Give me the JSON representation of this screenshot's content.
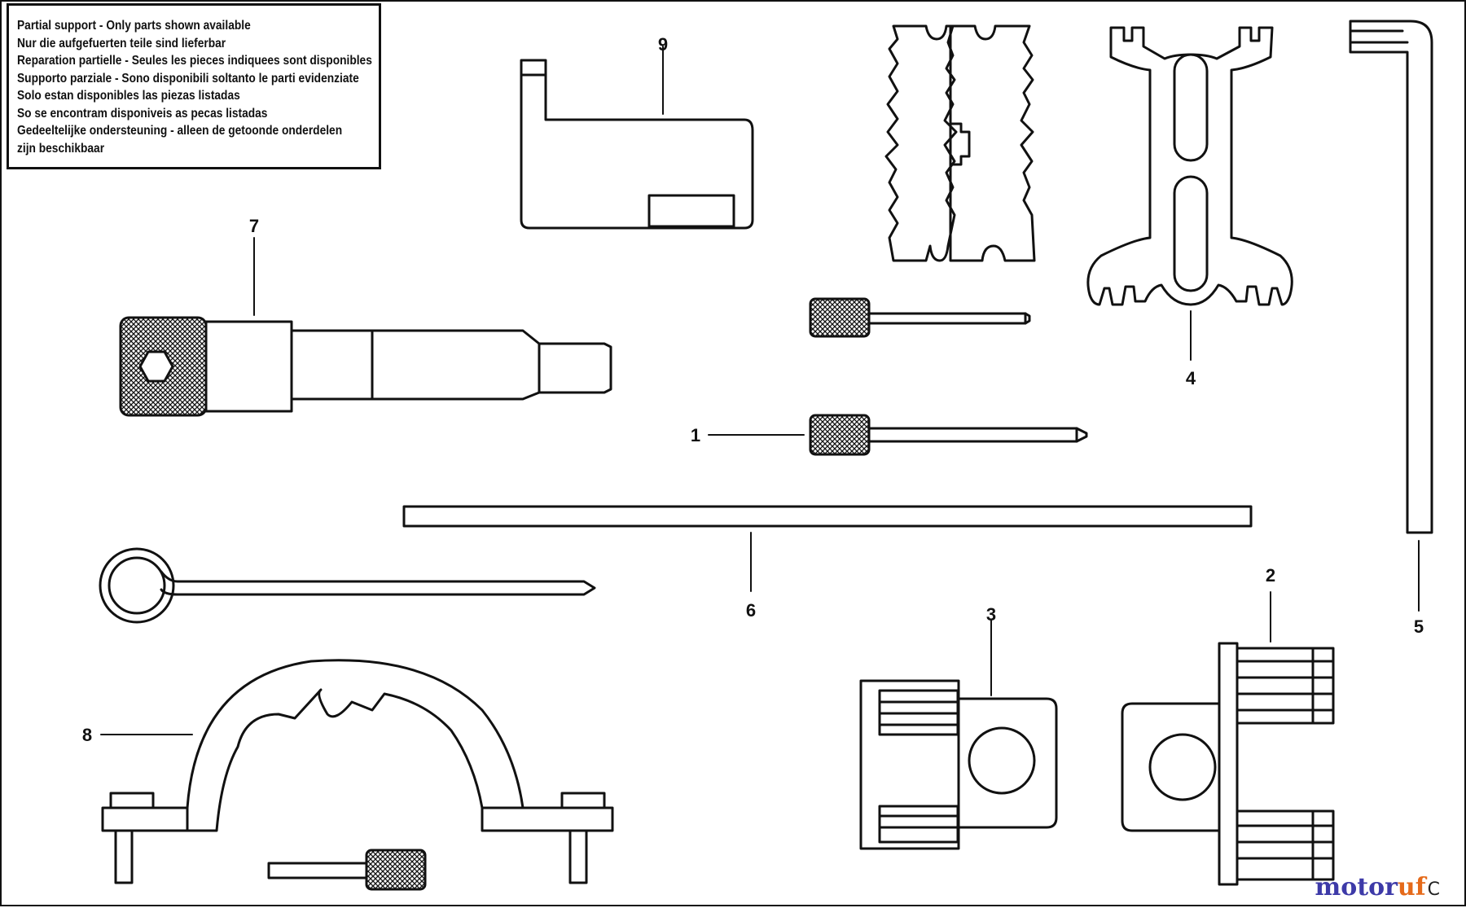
{
  "notice": {
    "lines": [
      "Partial support - Only parts shown available",
      "Nur die aufgefuerten teile sind lieferbar",
      "Reparation partielle - Seules les pieces indiquees sont disponibles",
      "Supporto parziale - Sono disponibili soltanto le parti evidenziate",
      "Solo estan disponibles las piezas listadas",
      "So se encontram disponiveis as pecas listadas",
      "Gedeeltelijke ondersteuning - alleen de getoonde onderdelen",
      "zijn beschikbaar"
    ]
  },
  "callouts": {
    "c1": "1",
    "c2": "2",
    "c3": "3",
    "c4": "4",
    "c5": "5",
    "c6": "6",
    "c7": "7",
    "c8": "8",
    "c9": "9"
  },
  "watermark": {
    "part1": "motor",
    "part2": "uf",
    "symbol": "C"
  },
  "colors": {
    "line": "#111111",
    "brand_blue": "#3d3aa8",
    "brand_orange": "#e56a1a"
  }
}
